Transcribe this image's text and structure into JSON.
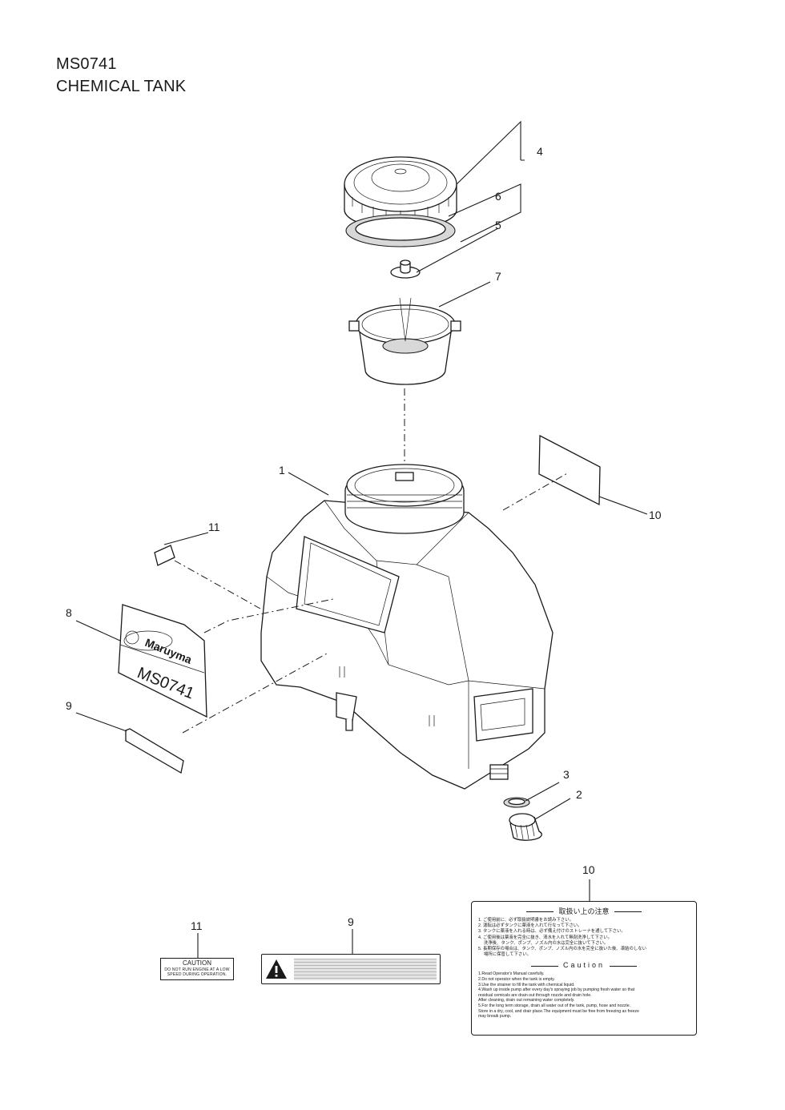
{
  "header": {
    "model": "MS0741",
    "name": "CHEMICAL TANK"
  },
  "callouts": [
    "1",
    "2",
    "3",
    "4",
    "5",
    "6",
    "7",
    "8",
    "9",
    "10",
    "11"
  ],
  "lower_callouts": {
    "decal11": "11",
    "decal9": "9",
    "decal10": "10"
  },
  "tank_labels": {
    "brand": "Maruyma",
    "model": "MS0741"
  },
  "decal11": {
    "heading": "CAUTION",
    "message": "DO NOT RUN ENGINE AT A LOW SPEED DURING OPERATION."
  },
  "decal10": {
    "jp_heading": "取扱い上の注意",
    "jp_lines": [
      "1. ご使用前に、必ず取扱説明書をお読み下さい。",
      "2. 運転は必ずタンクに薬液を入れて行なって下さい。",
      "3. タンクに薬液を入れる時は、必ず備え付けのストレーナを通して下さい。",
      "4. ご使用後は薬液を完全に抜き、清水を入れて無剤洗浄して下さい。",
      "　 洗浄後、タンク、ポンプ、ノズル内の水は完全に抜いて下さい。",
      "5. 長期保存の場合は、タンク、ポンプ、ノズル内の水を完全に抜いた後、凍結のしない",
      "　 場所に保管して下さい。"
    ],
    "en_heading": "Caution",
    "en_lines": [
      "1.Read Operator's Manual carefully.",
      "2.Do not operator when the tank is empty.",
      "3.Use the strainer to fill the tank with chemical liquid.",
      "4.Wash up inside pump after every day's spraying job by pumping fresh water so that",
      "  residual cemicals are drain out through nozzle and drain hole.",
      "  After cleaning, drain out remaining water completely.",
      "5.For the long term storage, drain all water out of the tank, pump, hose and nozzle.",
      "  Store in a dry, cool, and drair place.The equipment must be free from freezing as freeze",
      "  may breaik pump."
    ]
  }
}
